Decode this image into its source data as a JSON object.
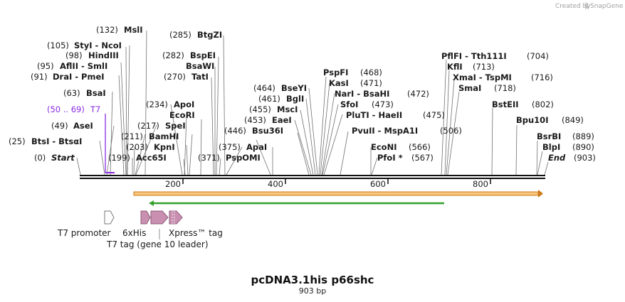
{
  "credit": {
    "text": "Created by",
    "brand": "SnapGene"
  },
  "map": {
    "name": "pcDNA3.1his p66shc",
    "length": 903,
    "length_label": "903 bp",
    "axis_ticks": [
      200,
      400,
      600,
      800
    ],
    "start_label": {
      "pos": "(0)",
      "name": "Start"
    },
    "end_label": {
      "name": "End",
      "pos": "(903)"
    },
    "primer": {
      "range": "(50 .. 69)",
      "name": "T7",
      "color": "#8a2be2"
    },
    "sites": [
      {
        "pos": "(25)",
        "name": "BtsI  -  BtsαI"
      },
      {
        "pos": "(49)",
        "name": "AseI"
      },
      {
        "pos": "(63)",
        "name": "BsaI"
      },
      {
        "pos": "(91)",
        "name": "DraI  -  PmeI"
      },
      {
        "pos": "(95)",
        "name": "AflII  -  SmlI"
      },
      {
        "pos": "(98)",
        "name": "HindIII"
      },
      {
        "pos": "(105)",
        "name": "StyI  -  NcoI"
      },
      {
        "pos": "(132)",
        "name": "MslI"
      },
      {
        "pos": "(199)",
        "name": ""
      },
      {
        "pos": "(203)",
        "name": "KpnI"
      },
      {
        "pos": "(211)",
        "name": "BamHI"
      },
      {
        "pos": "(217)",
        "name": "SpeI"
      },
      {
        "pos": "(234)",
        "name": "ApoI"
      },
      {
        "pos": "",
        "name": "EcoRI"
      },
      {
        "pos": "",
        "name": "Acc65I"
      },
      {
        "pos": "(270)",
        "name": "TatI"
      },
      {
        "pos": "(282)",
        "name": "BspEI"
      },
      {
        "pos": "",
        "name": "BsaWI"
      },
      {
        "pos": "(285)",
        "name": "BtgZI"
      },
      {
        "pos": "(371)",
        "name": "PspOMI"
      },
      {
        "pos": "(375)",
        "name": "ApaI"
      },
      {
        "pos": "(446)",
        "name": "Bsu36I"
      },
      {
        "pos": "(453)",
        "name": "EaeI"
      },
      {
        "pos": "(455)",
        "name": "MscI"
      },
      {
        "pos": "(461)",
        "name": "BglI"
      },
      {
        "pos": "(464)",
        "name": "BseYI"
      },
      {
        "pos": "(468)",
        "name": "PspFI"
      },
      {
        "pos": "(471)",
        "name": "KasI"
      },
      {
        "pos": "(472)",
        "name": "NarI  -  BsaHI"
      },
      {
        "pos": "(473)",
        "name": "SfoI"
      },
      {
        "pos": "(475)",
        "name": "PluTI  -  HaeII"
      },
      {
        "pos": "(506)",
        "name": "PvuII  -  MspA1I"
      },
      {
        "pos": "(566)",
        "name": "EcoNI"
      },
      {
        "pos": "(567)",
        "name": "PfoI *"
      },
      {
        "pos": "(704)",
        "name": "PflFI  -  Tth111I"
      },
      {
        "pos": "(713)",
        "name": "KflI"
      },
      {
        "pos": "(716)",
        "name": "XmaI  -  TspMI"
      },
      {
        "pos": "(718)",
        "name": "SmaI"
      },
      {
        "pos": "(802)",
        "name": "BstEII"
      },
      {
        "pos": "(849)",
        "name": "Bpu10I"
      },
      {
        "pos": "(889)",
        "name": "BsrBI"
      },
      {
        "pos": "(890)",
        "name": "BlpI"
      }
    ],
    "features": [
      {
        "name": "T7 promoter",
        "color": "#ffffff"
      },
      {
        "name": "6xHis",
        "color": "#c98fb0"
      },
      {
        "name": "T7 tag (gene 10 leader)",
        "color": "#c98fb0"
      },
      {
        "name": "Xpress™ tag",
        "color": "#c98fb0"
      }
    ],
    "colors": {
      "orf_fill": "#f5c77a",
      "orf_stroke": "#d07a1a",
      "insert_line": "#33a02c"
    }
  }
}
